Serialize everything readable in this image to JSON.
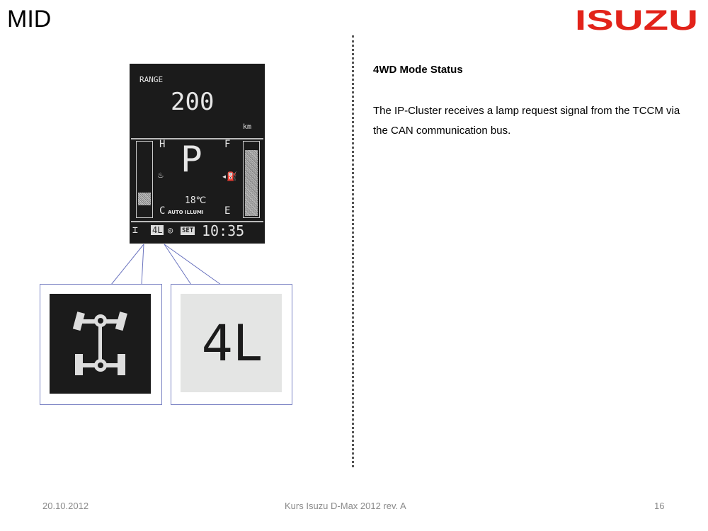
{
  "slide": {
    "title": "MID",
    "logo_text": "ISUZU",
    "brand_color": "#e2231a"
  },
  "content": {
    "heading": "4WD Mode Status",
    "body": "The IP-Cluster receives a lamp request signal from the TCCM via the CAN communication bus."
  },
  "display": {
    "range_label": "RANGE",
    "range_value": "200",
    "range_unit": "km",
    "temp_h": "H",
    "temp_c": "C",
    "fuel_f": "F",
    "fuel_e": "E",
    "gear": "P",
    "outside_temp": "18℃",
    "auto_illumi": "AUTO ILLUMI",
    "mode_4l": "4L",
    "set_label": "SET",
    "clock": "10:35"
  },
  "callouts": {
    "icon_4wd": "4wd-drivetrain-icon",
    "label_4l": "4L"
  },
  "footer": {
    "date": "20.10.2012",
    "course": "Kurs Isuzu D-Max 2012 rev. A",
    "page": "16"
  }
}
